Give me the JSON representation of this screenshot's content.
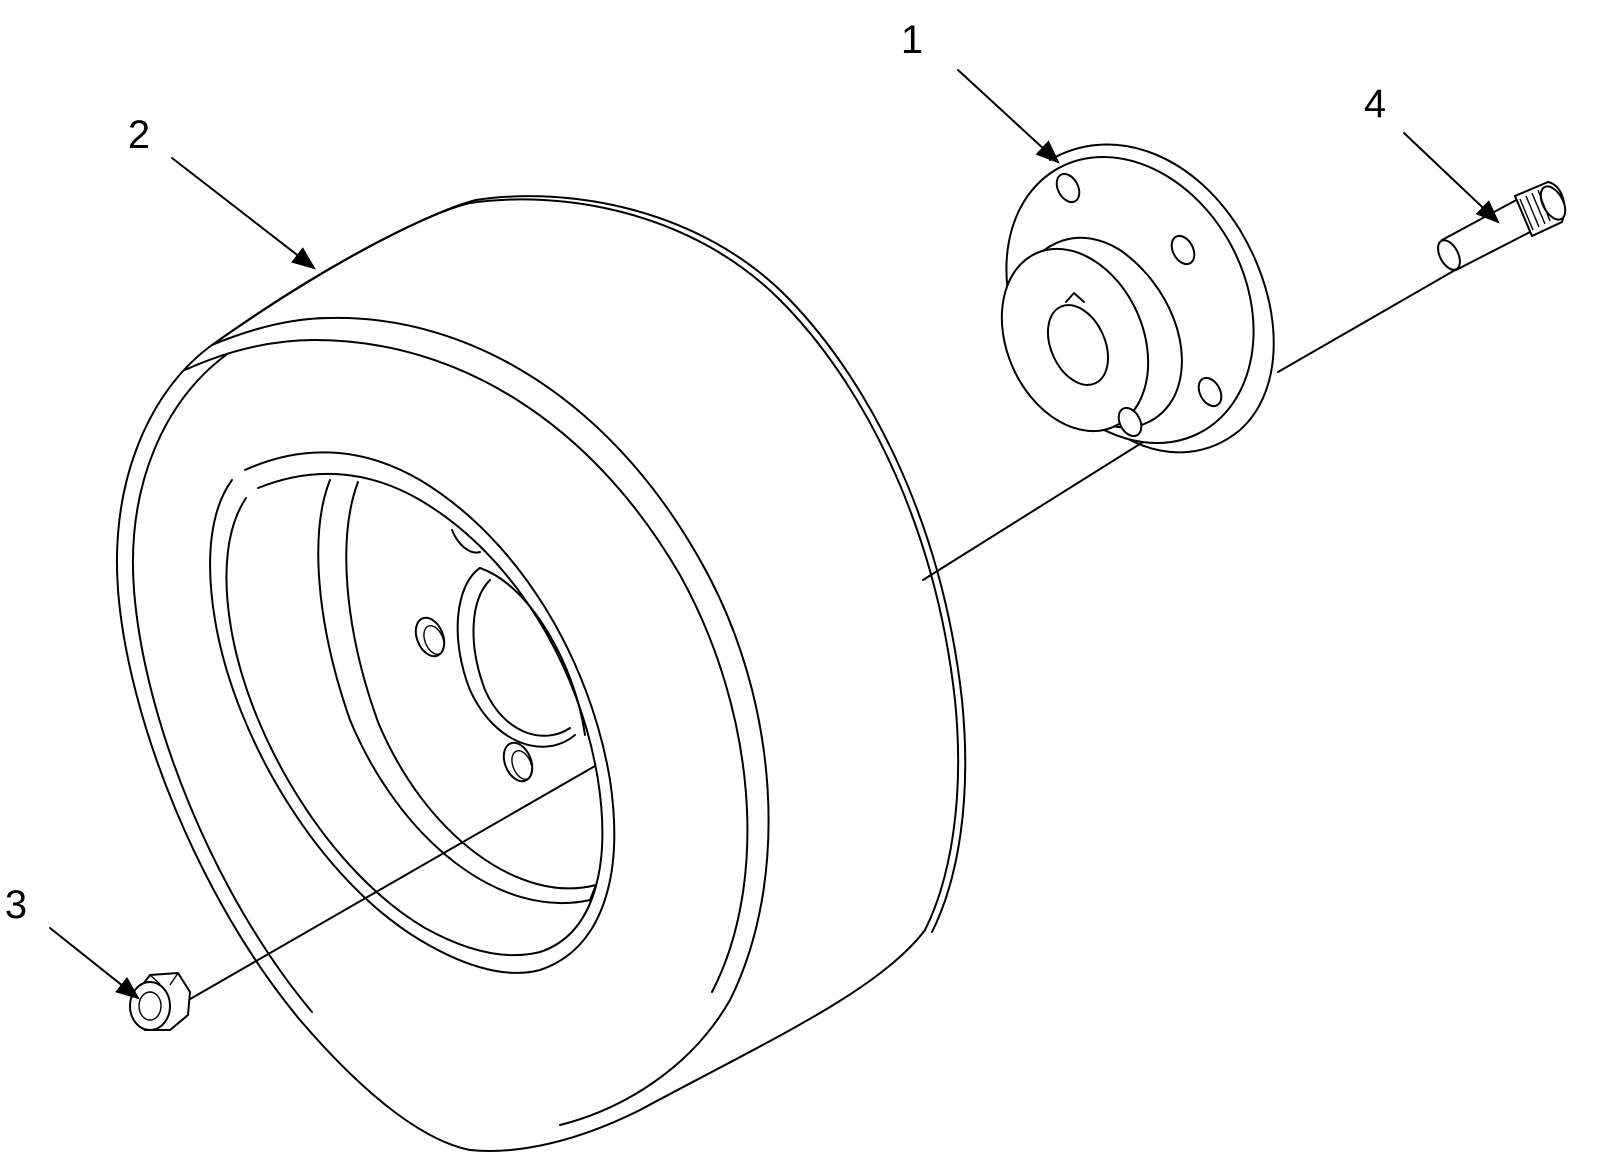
{
  "diagram": {
    "type": "exploded-parts-view",
    "callouts": [
      {
        "id": "1",
        "label": "1",
        "part": "hub"
      },
      {
        "id": "2",
        "label": "2",
        "part": "wheel"
      },
      {
        "id": "3",
        "label": "3",
        "part": "lock-nut"
      },
      {
        "id": "4",
        "label": "4",
        "part": "wheel-stud"
      }
    ],
    "line_color": "#000000",
    "background": "#ffffff"
  }
}
